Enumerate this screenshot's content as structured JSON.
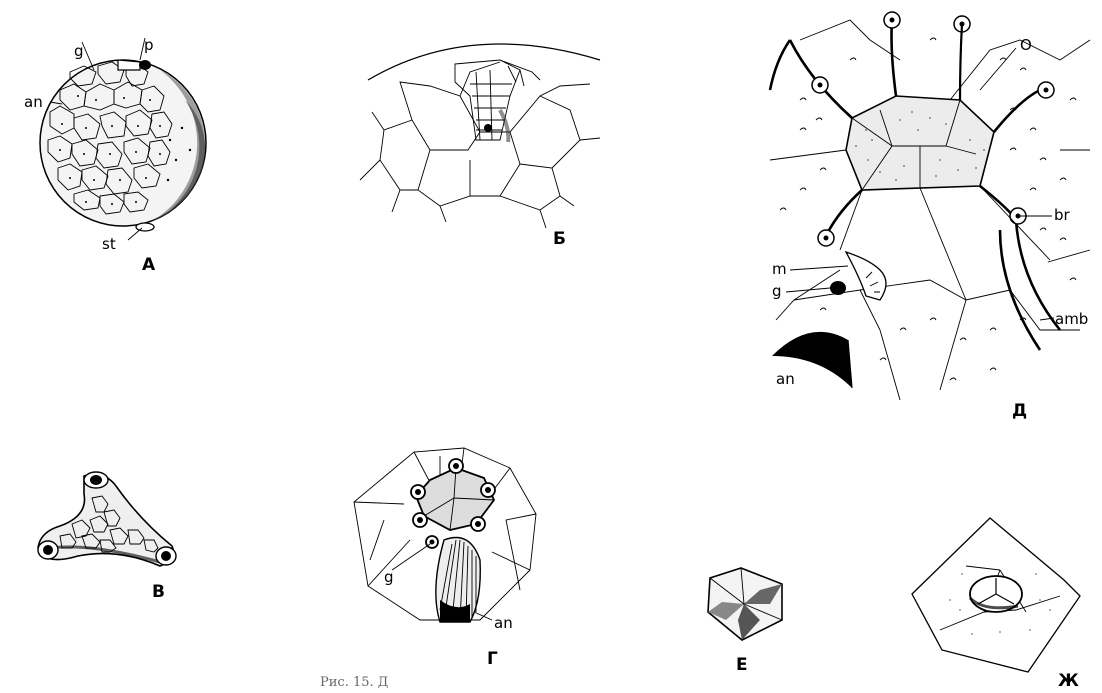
{
  "panels": {
    "A": {
      "letter": "А",
      "labels": {
        "g": "g",
        "p": "p",
        "an": "an",
        "st": "st"
      }
    },
    "B": {
      "letter": "Б"
    },
    "V": {
      "letter": "В"
    },
    "G": {
      "letter": "Г",
      "labels": {
        "g": "g",
        "an": "an"
      }
    },
    "D": {
      "letter": "Д",
      "labels": {
        "O": "O",
        "br": "br",
        "m": "m",
        "g": "g",
        "amb": "amb",
        "an": "an"
      }
    },
    "E": {
      "letter": "Е"
    },
    "Zh": {
      "letter": "Ж"
    }
  },
  "caption": "Рис. 15. Д"
}
